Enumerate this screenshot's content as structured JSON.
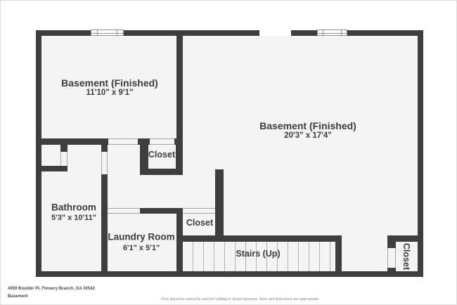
{
  "plan": {
    "rooms": {
      "basement_left": {
        "name": "Basement (Finished)",
        "dims": "11'10\" x 9'1\""
      },
      "basement_right": {
        "name": "Basement (Finished)",
        "dims": "20'3\" x 17'4\""
      },
      "bathroom": {
        "name": "Bathroom",
        "dims": "5'3\" x 10'11\""
      },
      "laundry": {
        "name": "Laundry Room",
        "dims": "6'1\" x 5'1\""
      },
      "closet_middle": {
        "name": "Closet"
      },
      "closet_bottom": {
        "name": "Closet"
      },
      "closet_right": {
        "name": "Closet"
      },
      "stairs": {
        "name": "Stairs (Up)"
      }
    },
    "colors": {
      "wall": "#3e3e3e",
      "floor": "#f4f4f4",
      "opening_line": "#a6a6a6",
      "label_text": "#3c3c3c"
    }
  },
  "footer": {
    "address": "4059 Boulder Pl, Flowery Branch, GA 30542",
    "level_label": "Basement",
    "disclaimer": "Floor plans/tour cannot be used for building or design purposes. Sizes and dimensions are approximate."
  }
}
